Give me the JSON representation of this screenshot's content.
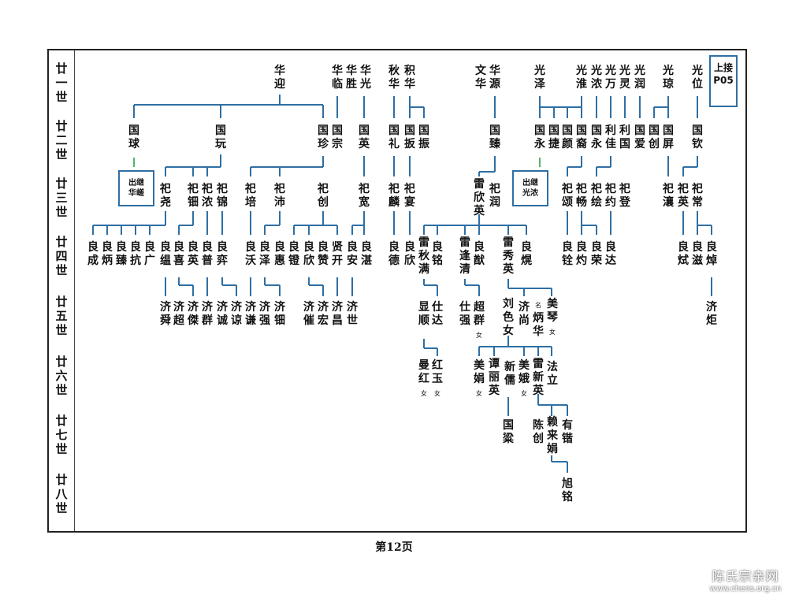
{
  "generations": [
    "廿一世",
    "廿二世",
    "廿三世",
    "廿四世",
    "廿五世",
    "廿六世",
    "廿七世",
    "廿八世"
  ],
  "connect_box": {
    "line1": "上接",
    "line2": "P05"
  },
  "page_number": "第12页",
  "watermark": {
    "title": "陈氏宗亲网",
    "url": "www.chens.org.cn"
  },
  "gen21": [
    "华迎",
    "华临",
    "华胜",
    "华光",
    "秋华",
    "积华",
    "文华",
    "华源",
    "光泽",
    "光淮",
    "光浓",
    "光万",
    "光灵",
    "光润",
    "光琼",
    "光位"
  ],
  "gen22": [
    "国球",
    "国玩",
    "国珍",
    "国宗",
    "国英",
    "国礼",
    "国扳",
    "国振",
    "国臻",
    "国永",
    "国捷",
    "国颜",
    "国裔",
    "国永",
    "利佳",
    "利国",
    "国爱",
    "国创",
    "国屏",
    "国钦"
  ],
  "adoption_boxes": [
    {
      "line1": "出继",
      "line2": "华嵯"
    },
    {
      "line1": "出继",
      "line2": "光浓"
    }
  ],
  "gen23": [
    "祀尧",
    "祀钿",
    "祀浓",
    "祀锦",
    "祀培",
    "祀沛",
    "祀创",
    "祀宽",
    "祀麟",
    "祀宴",
    "雷欣英",
    "祀润",
    "祀颂",
    "祀畅",
    "祀绘",
    "祀约",
    "祀登",
    "祀瀼",
    "祀英",
    "祀常"
  ],
  "gen24": [
    "良成",
    "良炳",
    "良臻",
    "良抗",
    "良广",
    "良缊",
    "良喜",
    "良英",
    "良普",
    "良弈",
    "良沃",
    "良泽",
    "良惠",
    "良镫",
    "良欣",
    "良赞",
    "贤开",
    "良安",
    "良湛",
    "良德",
    "良欣",
    "雷秋满",
    "良铭",
    "雷逢清",
    "良猷",
    "雷秀英",
    "良熀",
    "良铨",
    "良灼",
    "良荣",
    "良达",
    "良烒",
    "良滋",
    "良焯"
  ],
  "gen25": [
    "济舜",
    "济超",
    "济傑",
    "济群",
    "济诚",
    "济谅",
    "济谦",
    "济强",
    "济钿",
    "济催",
    "济宏",
    "济昌",
    "济世",
    "显顺",
    "仕达",
    "仕强",
    "超群",
    "刘色女",
    "济尚",
    "炳华",
    "美琴",
    "济炬"
  ],
  "gen25_notes": {
    "female": "女",
    "named": "名"
  },
  "gen26": [
    "曼红",
    "红玉",
    "美娟",
    "谭丽英",
    "新儒",
    "美娥",
    "雷新英",
    "法立"
  ],
  "gen27": [
    "国粱",
    "陈创",
    "赖来娟",
    "有锴"
  ],
  "gen28": [
    "旭铭"
  ]
}
